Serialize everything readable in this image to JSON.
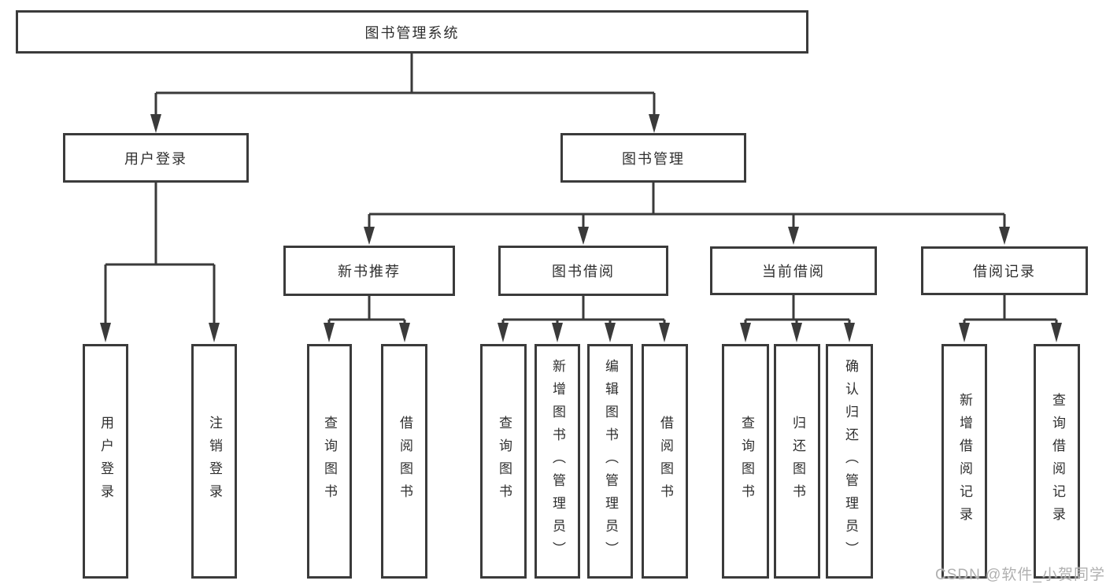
{
  "tree": {
    "root": "图书管理系统",
    "children": [
      {
        "label": "用户登录",
        "children": [
          "用户登录",
          "注销登录"
        ]
      },
      {
        "label": "图书管理",
        "children": [
          {
            "label": "新书推荐",
            "children": [
              "查询图书",
              "借阅图书"
            ]
          },
          {
            "label": "图书借阅",
            "children": [
              "查询图书",
              "新增图书（管理员）",
              "编辑图书（管理员）",
              "借阅图书"
            ]
          },
          {
            "label": "当前借阅",
            "children": [
              "查询图书",
              "归还图书",
              "确认归还（管理员）"
            ]
          },
          {
            "label": "借阅记录",
            "children": [
              "新增借阅记录",
              "查询借阅记录"
            ]
          }
        ]
      }
    ]
  },
  "watermark": {
    "text": "CSDN @软件_小贺同学",
    "color": "#b0b0b0"
  },
  "colors": {
    "line": "#3a3a3a",
    "box_border": "#3b3b3b",
    "text": "#2f2f2f",
    "background": "#ffffff"
  }
}
